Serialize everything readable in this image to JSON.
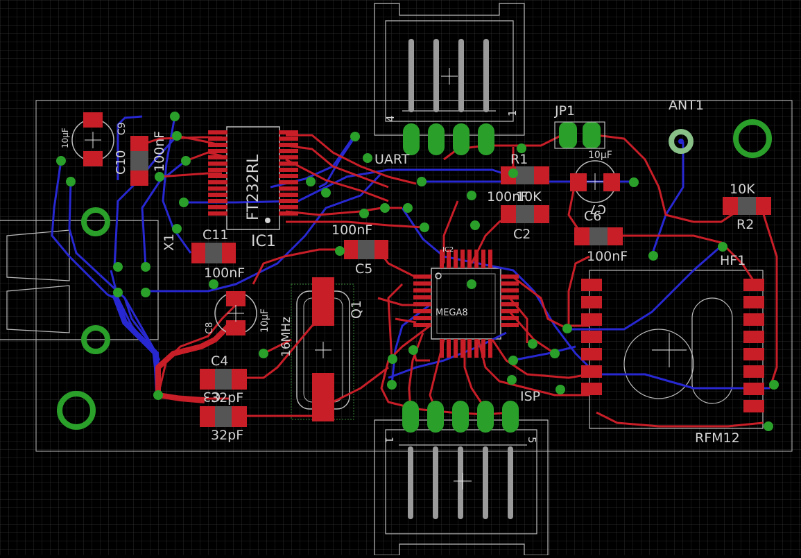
{
  "colors": {
    "background": "#000000",
    "grid": "#2a2a2a",
    "outline": "#c8c8c8",
    "top_copper": "#c81e28",
    "bottom_copper": "#2828d2",
    "via": "#2aa02a",
    "smd_pad": "#c81e28",
    "silk": "#d4d4d4"
  },
  "labels": {
    "ic1_part": "FT232RL",
    "ic1_name": "IC1",
    "c11_name": "C11",
    "c11_value": "100nF",
    "x1_name": "X1",
    "c10_name": "C10",
    "c9_name": "C9",
    "c9_value": "100nF",
    "c10_value": "10µF",
    "uart_name": "UART",
    "uart_pin4": "4",
    "uart_pin1": "1",
    "jp1_name": "JP1",
    "ant1_name": "ANT1",
    "r1_name": "R1",
    "r1_value": "10K",
    "c2_value": "100nF",
    "c2_name": "C2",
    "c7_value": "10µF",
    "c7_name": "C7",
    "c6_name": "C6",
    "c6_value": "100nF",
    "r2_value": "10K",
    "r2_name": "R2",
    "hf1_name": "HF1",
    "rfm_name": "RFM12",
    "c5_value": "100nF",
    "c5_name": "C5",
    "ic2_name": "IC2",
    "mega_part": "MEGA8",
    "q1_name": "Q1",
    "q1_value": "16MHz",
    "c8_name": "C8",
    "c8_value": "10µF",
    "c4_name": "C4",
    "c3_value": "32pF",
    "c3_name": "C3",
    "c4_value": "32pF",
    "isp_name": "ISP",
    "isp_pin1": "1",
    "isp_pin5": "5"
  }
}
